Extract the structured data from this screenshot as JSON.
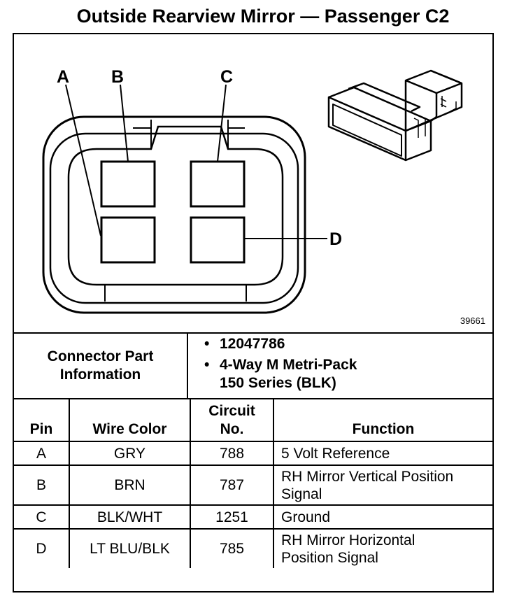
{
  "title": "Outside Rearview Mirror — Passenger C2",
  "diagram": {
    "figure_number": "39661",
    "pin_labels": [
      "A",
      "B",
      "C",
      "D"
    ]
  },
  "connector_info": {
    "label_lines": [
      "Connector Part",
      "Information"
    ],
    "items": [
      {
        "lines": [
          "12047786"
        ]
      },
      {
        "lines": [
          "4-Way M Metri-Pack",
          "150 Series (BLK)"
        ]
      }
    ]
  },
  "table": {
    "headers": {
      "pin": "Pin",
      "wire_color": "Wire Color",
      "circuit_lines": [
        "Circuit",
        "No."
      ],
      "function": "Function"
    },
    "rows": [
      {
        "pin": "A",
        "wire_color": "GRY",
        "circuit": "788",
        "function_lines": [
          "5 Volt Reference"
        ]
      },
      {
        "pin": "B",
        "wire_color": "BRN",
        "circuit": "787",
        "function_lines": [
          "RH Mirror Vertical Position",
          "Signal"
        ]
      },
      {
        "pin": "C",
        "wire_color": "BLK/WHT",
        "circuit": "1251",
        "function_lines": [
          "Ground"
        ]
      },
      {
        "pin": "D",
        "wire_color": "LT BLU/BLK",
        "circuit": "785",
        "function_lines": [
          "RH Mirror Horizontal",
          "Position Signal"
        ]
      }
    ]
  }
}
